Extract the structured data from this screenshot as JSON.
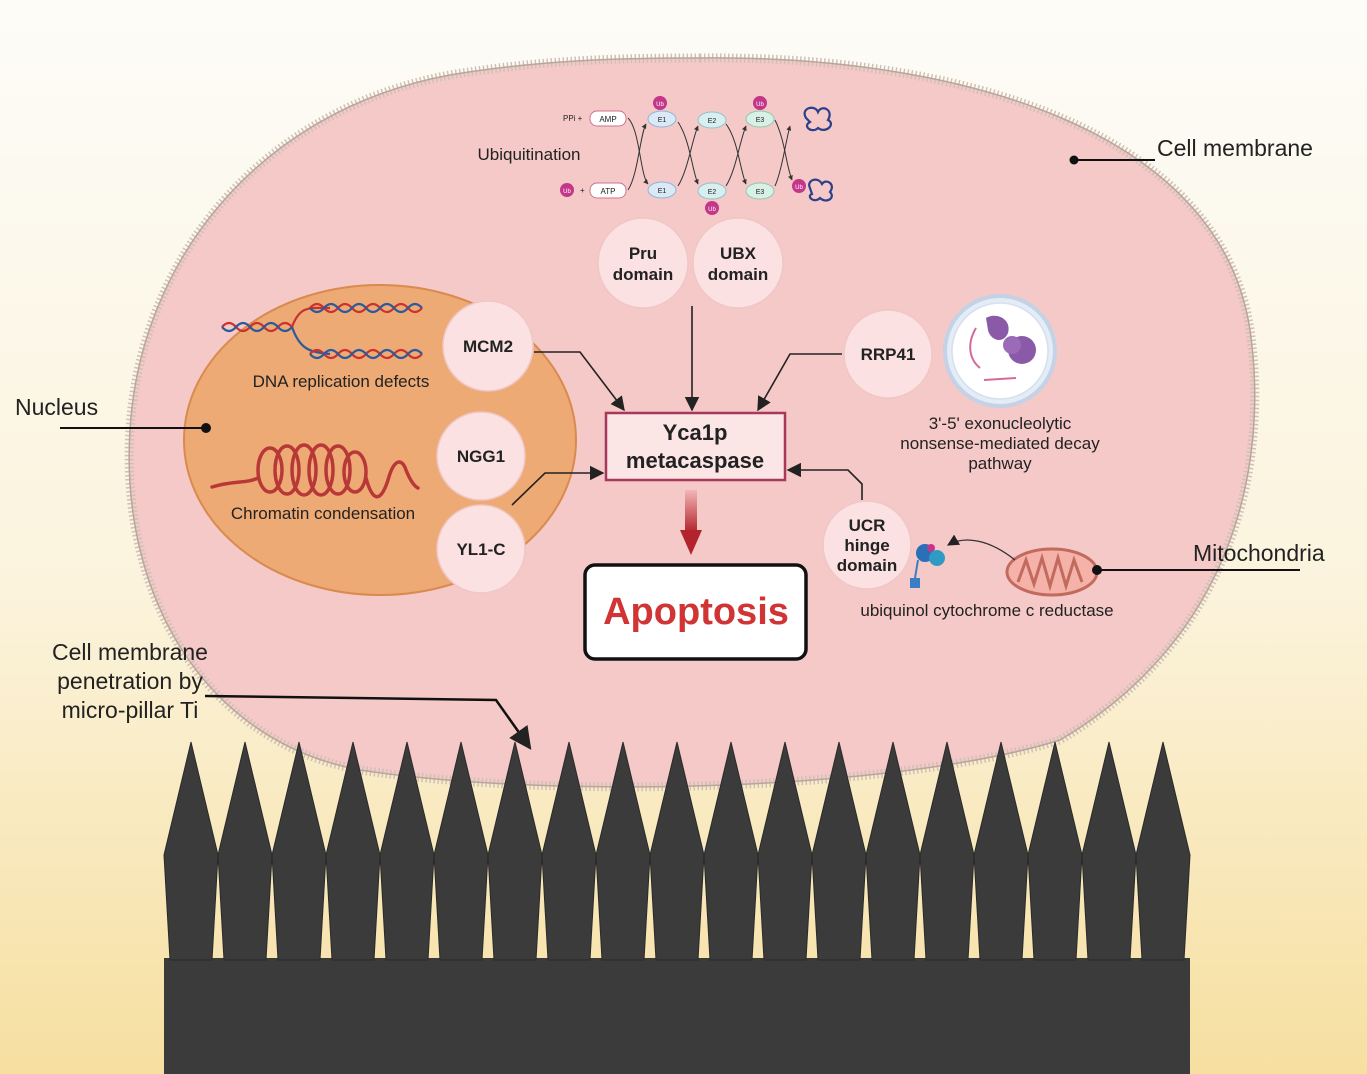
{
  "labels": {
    "cell_membrane": "Cell membrane",
    "nucleus": "Nucleus",
    "mitochondria": "Mitochondria",
    "penetration": [
      "Cell membrane",
      "penetration by",
      "micro-pillar Ti"
    ],
    "ubiquitination": "Ubiquitination",
    "dna_replication": "DNA replication defects",
    "chromatin": "Chromatin condensation",
    "exonuclease": [
      "3'-5' exonucleolytic",
      "nonsense-mediated decay",
      "pathway"
    ],
    "ucr_enzyme": "ubiquinol cytochrome c reductase"
  },
  "nodes": {
    "pru": [
      "Pru",
      "domain"
    ],
    "ubx": [
      "UBX",
      "domain"
    ],
    "mcm2": "MCM2",
    "ngg1": "NGG1",
    "yl1c": "YL1-C",
    "rrp41": "RRP41",
    "ucr": [
      "UCR",
      "hinge",
      "domain"
    ]
  },
  "center": {
    "line1": "Yca1p",
    "line2": "metacaspase"
  },
  "outcome": "Apoptosis",
  "ubiquitination_cycle": {
    "ppi": "PPi +",
    "amp": "AMP",
    "atp": "ATP",
    "plus": "+",
    "ub": "Ub",
    "e1": "E1",
    "e2": "E2",
    "e3": "E3"
  },
  "colors": {
    "cytoplasm": "#f4c9c7",
    "nucleus": "#eeaa74",
    "pillar": "#3b3b3b",
    "apoptosis": "#d03434",
    "center_border": "#a8385a",
    "ub": "#c4368a"
  }
}
